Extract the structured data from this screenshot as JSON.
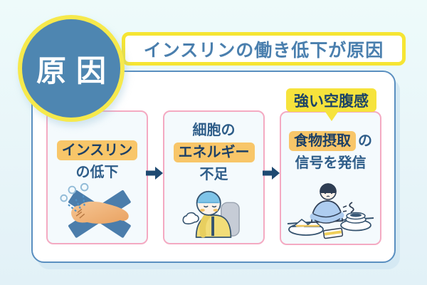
{
  "cause_badge": {
    "label": "原因"
  },
  "header": {
    "title": "インスリンの働き低下が原因"
  },
  "hunger_callout": {
    "label": "強い空腹感"
  },
  "steps": [
    {
      "highlight": "インスリン",
      "rest": "の低下",
      "icon": "pancreas-crossed-icon"
    },
    {
      "pre": "細胞の",
      "highlight": "エネルギー",
      "rest": "不足",
      "icon": "tired-person-icon"
    },
    {
      "highlight": "食物摂取",
      "particle": "の",
      "rest": "信号を発信",
      "icon": "eating-person-icon"
    }
  ],
  "colors": {
    "background": "#e9f6f9",
    "circle_blue": "#4e86b1",
    "accent_yellow": "#f6e533",
    "highlight_orange": "#f8c669",
    "box_border_pink": "#f4aac2",
    "container_border_blue": "#5a8fc0",
    "arrow_navy": "#1e4a72",
    "text_blue": "#2e5d89",
    "text_navy": "#1d4065"
  }
}
